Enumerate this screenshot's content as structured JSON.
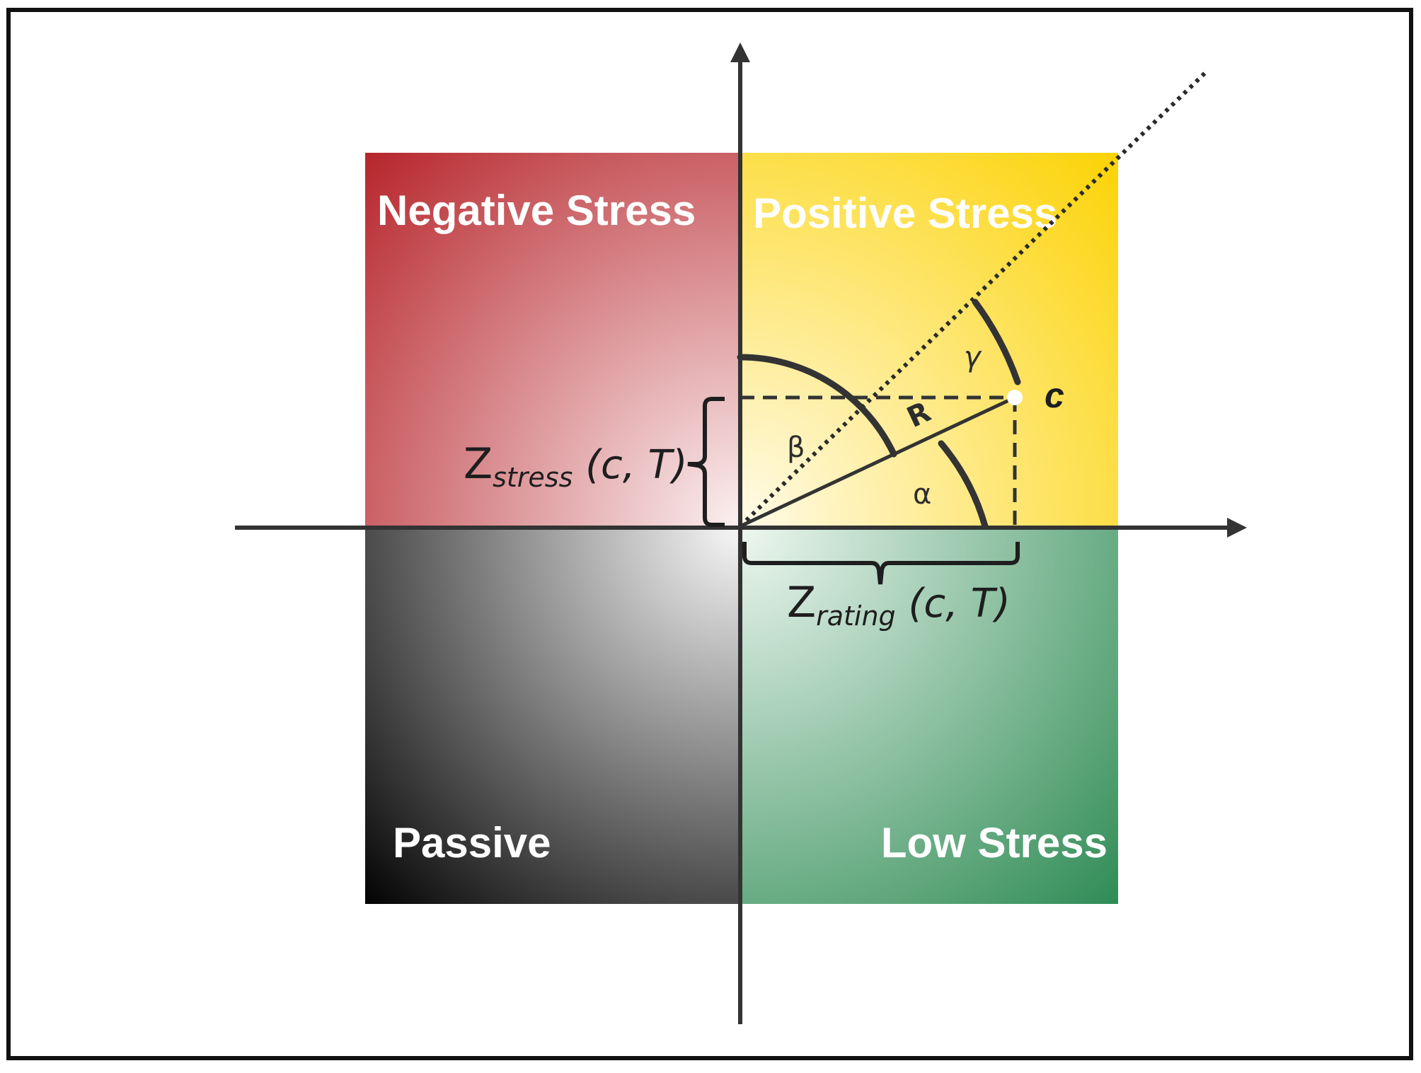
{
  "quadrants": {
    "top_left": "Negative Stress",
    "top_right": "Positive Stress",
    "bottom_left": "Passive",
    "bottom_right": "Low Stress"
  },
  "symbols": {
    "point": "c",
    "radius": "R",
    "alpha": "α",
    "beta": "β",
    "gamma": "γ"
  },
  "brackets": {
    "vertical": {
      "main": "Z",
      "sub": "stress",
      "args": " (c, T)"
    },
    "horizontal": {
      "main": "Z",
      "sub": "rating",
      "args": " (c, T)"
    }
  },
  "colors": {
    "negative": "#b52228",
    "positive": "#fcd201",
    "passive": "#000000",
    "low": "#2e8b54",
    "line": "#333333"
  }
}
